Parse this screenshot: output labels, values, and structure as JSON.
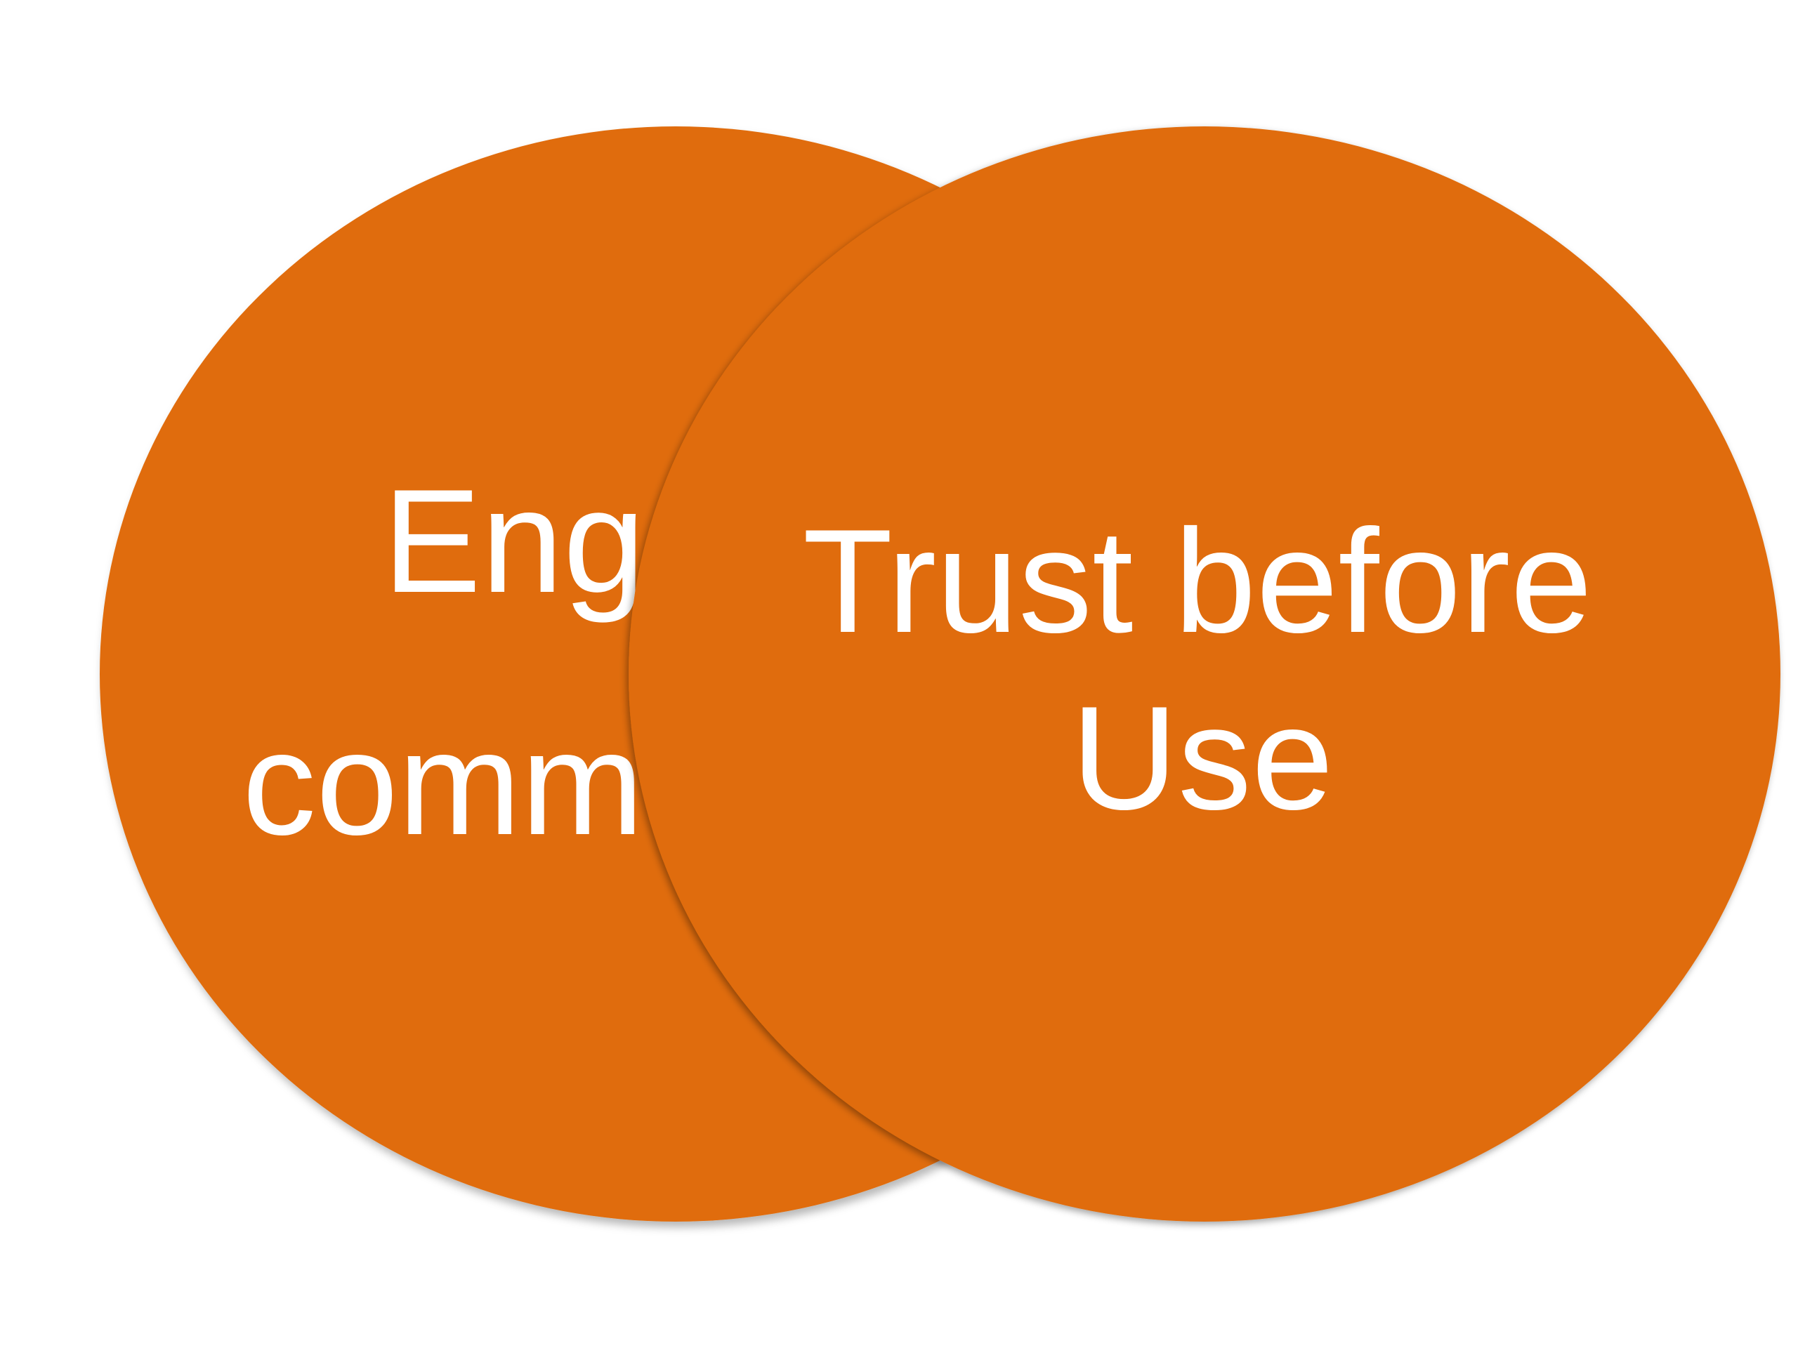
{
  "diagram": {
    "type": "overlapping-circles",
    "fill_color": "#E06C0A",
    "text_color": "#FFFFFF",
    "background": "#FFFFFF",
    "left_circle": {
      "line1": "Enga",
      "line2": "comm"
    },
    "right_circle": {
      "line1": "Trust before",
      "line2": "Use"
    }
  }
}
